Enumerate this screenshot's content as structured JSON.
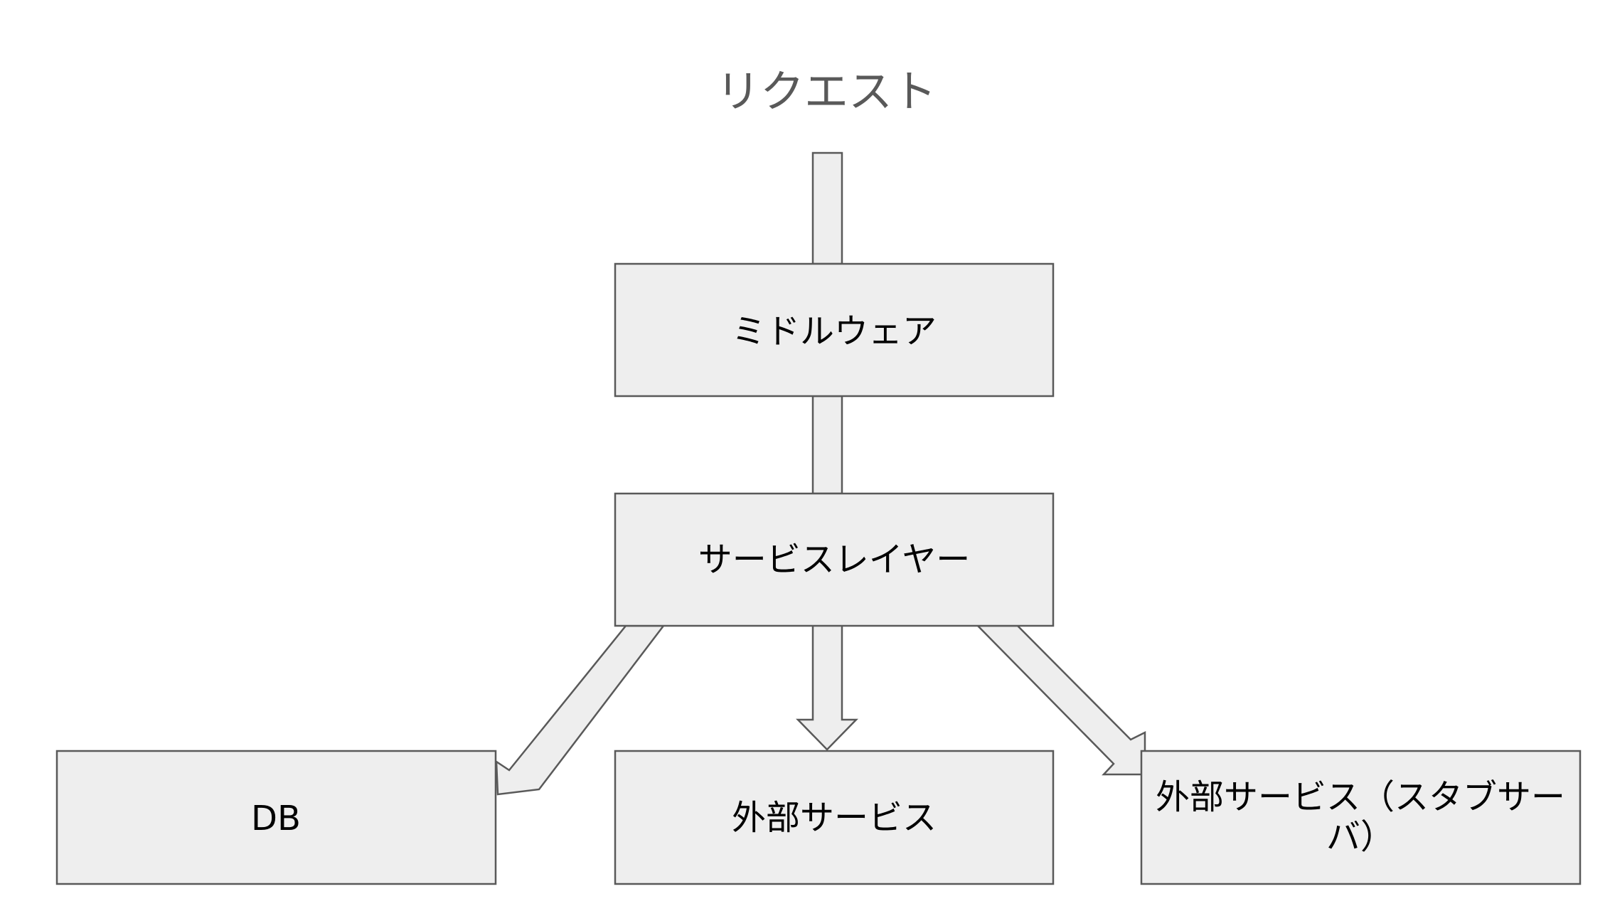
{
  "diagram": {
    "title": "リクエスト",
    "nodes": {
      "middleware": "ミドルウェア",
      "service_layer": "サービスレイヤー",
      "db": "DB",
      "external_service": "外部サービス",
      "stub_server_line1": "外部サービス（スタブサー",
      "stub_server_line2": "バ）"
    },
    "colors": {
      "box_fill": "#eeeeee",
      "box_stroke": "#595959",
      "title_text": "#595959",
      "label_text": "#000000"
    }
  }
}
